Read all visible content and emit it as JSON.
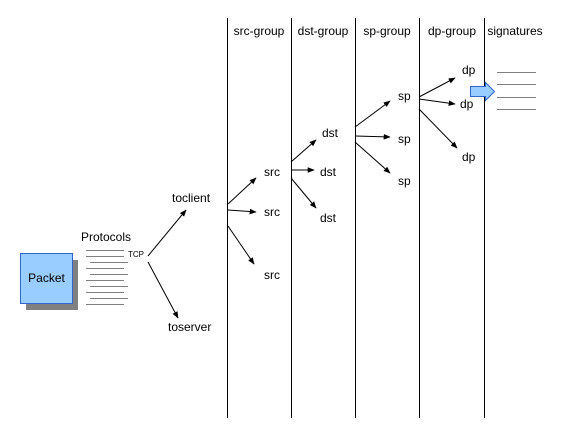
{
  "columns": [
    "src-group",
    "dst-group",
    "sp-group",
    "dp-group",
    "signatures"
  ],
  "packet_label": "Packet",
  "protocols_label": "Protocols",
  "protocol_item": "TCP",
  "directions": [
    "toclient",
    "toserver"
  ],
  "src_nodes": [
    "src",
    "src",
    "src"
  ],
  "dst_nodes": [
    "dst",
    "dst",
    "dst"
  ],
  "sp_nodes": [
    "sp",
    "sp",
    "sp"
  ],
  "dp_nodes": [
    "dp",
    "dp",
    "dp"
  ],
  "colors": {
    "packet_fill": "#99ccff",
    "packet_border": "#3366cc",
    "packet_shadow": "#808080",
    "arrow_fill": "#99ccff",
    "arrow_border": "#3366cc",
    "lines": "#000000",
    "list_lines": "#808080"
  }
}
